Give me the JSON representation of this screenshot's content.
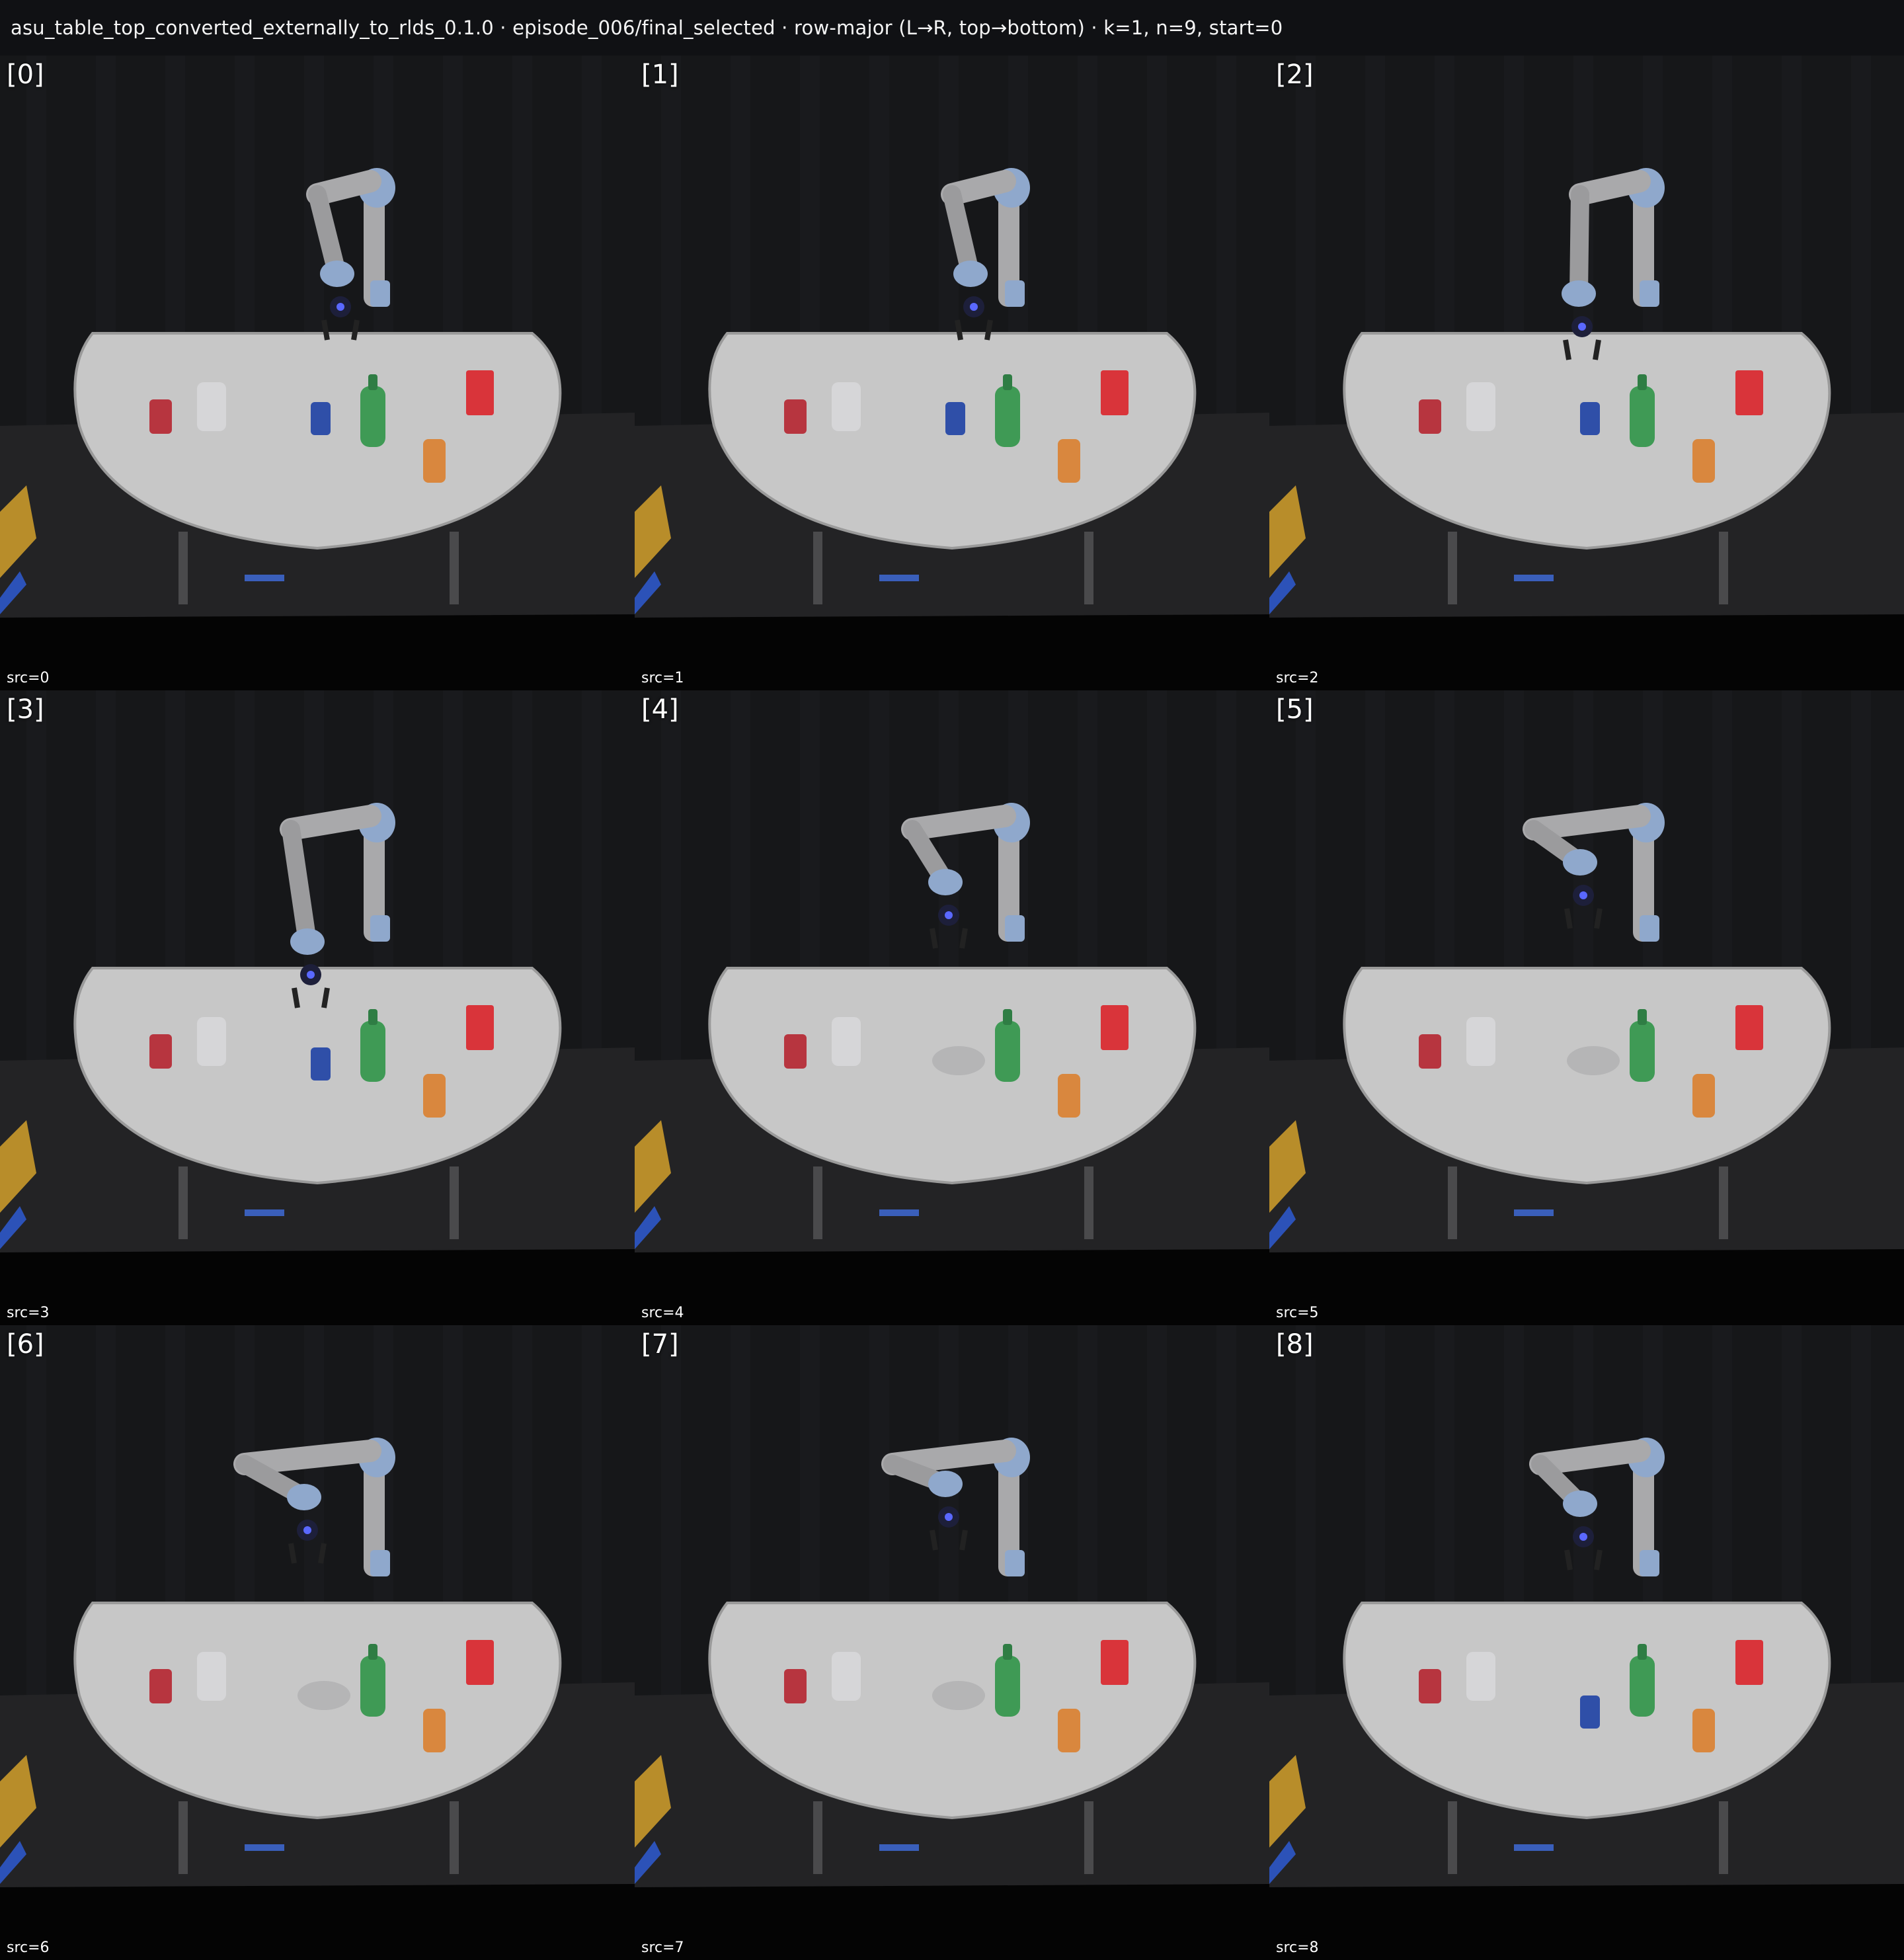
{
  "header": {
    "title": "asu_table_top_converted_externally_to_rlds_0.1.0 · episode_006/final_selected · row-major (L→R, top→bottom) · k=1, n=9, start=0"
  },
  "colors": {
    "background": "#0d0e10",
    "curtain": "#161719",
    "table": "#c7c7c7",
    "can_red": "#b7353f",
    "can_blue": "#2f4fa8",
    "bottle_green": "#3f9a55",
    "box_red": "#d9343a",
    "snack_orange": "#d9873e",
    "robot_gray": "#a9a9ab",
    "robot_joint": "#8fa8cc"
  },
  "frames": [
    {
      "index_label": "[0]",
      "src_label": "src=0",
      "blue_can_visible": true
    },
    {
      "index_label": "[1]",
      "src_label": "src=1",
      "blue_can_visible": true
    },
    {
      "index_label": "[2]",
      "src_label": "src=2",
      "blue_can_visible": true
    },
    {
      "index_label": "[3]",
      "src_label": "src=3",
      "blue_can_visible": true
    },
    {
      "index_label": "[4]",
      "src_label": "src=4",
      "blue_can_visible": false
    },
    {
      "index_label": "[5]",
      "src_label": "src=5",
      "blue_can_visible": false
    },
    {
      "index_label": "[6]",
      "src_label": "src=6",
      "blue_can_visible": false
    },
    {
      "index_label": "[7]",
      "src_label": "src=7",
      "blue_can_visible": false
    },
    {
      "index_label": "[8]",
      "src_label": "src=8",
      "blue_can_visible": true
    }
  ]
}
